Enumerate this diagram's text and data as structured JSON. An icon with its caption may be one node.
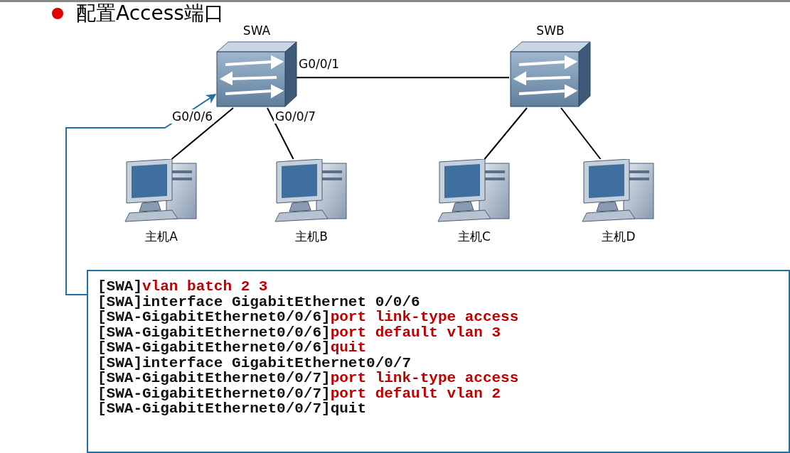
{
  "diagram": {
    "title": "配置Access端口",
    "nodes": [
      {
        "text": [
          "SWA"
        ]
      },
      {
        "text": [
          "SWB"
        ]
      },
      {
        "text": [
          "主机A"
        ]
      },
      {
        "text": [
          "主机B"
        ]
      },
      {
        "text": [
          "主机C"
        ]
      },
      {
        "text": [
          "主机D"
        ]
      },
      {
        "text": [
          "[SWA]vlan batch 2 3",
          "[SWA]interface GigabitEthernet 0/0/6",
          "[SWA-GigabitEthernet0/0/6]port link-type access",
          "[SWA-GigabitEthernet0/0/6]port default vlan 3",
          "[SWA-GigabitEthernet0/0/6]quit",
          "[SWA]interface GigabitEthernet0/0/7",
          "[SWA-GigabitEthernet0/0/7]port link-type access",
          "[SWA-GigabitEthernet0/0/7]port default vlan 2",
          "[SWA-GigabitEthernet0/0/7]quit"
        ]
      }
    ],
    "edges": [
      {
        "from": 0,
        "to": 1,
        "arrow": "none",
        "label": "G0/0/1"
      },
      {
        "from": 0,
        "to": 2,
        "arrow": "none",
        "label": "G0/0/6"
      },
      {
        "from": 0,
        "to": 3,
        "arrow": "none",
        "label": "G0/0/7"
      },
      {
        "from": 1,
        "to": 4,
        "arrow": "none"
      },
      {
        "from": 1,
        "to": 5,
        "arrow": "none"
      },
      {
        "from": 6,
        "to": 0,
        "arrow": "to",
        "color": "#1f6fa8"
      }
    ]
  }
}
